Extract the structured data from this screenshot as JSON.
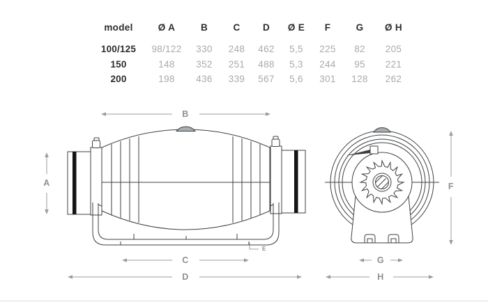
{
  "table": {
    "headers": [
      "model",
      "Ø A",
      "B",
      "C",
      "D",
      "Ø E",
      "F",
      "G",
      "Ø H"
    ],
    "rows": [
      {
        "model": "100/125",
        "values": [
          "98/122",
          "330",
          "248",
          "462",
          "5,5",
          "225",
          "82",
          "205"
        ]
      },
      {
        "model": "150",
        "values": [
          "148",
          "352",
          "251",
          "488",
          "5,3",
          "244",
          "95",
          "221"
        ]
      },
      {
        "model": "200",
        "values": [
          "198",
          "436",
          "339",
          "567",
          "5,6",
          "301",
          "128",
          "262"
        ]
      }
    ]
  },
  "dims": {
    "a": "A",
    "b": "B",
    "c": "C",
    "d": "D",
    "e": "E",
    "f": "F",
    "g": "G",
    "h": "H"
  },
  "colors": {
    "drawing_line": "#3d3f42",
    "dimension_line": "#9a9da0",
    "table_text_dark": "#2b2c2e",
    "table_text_gray": "#a8aaad",
    "seal_ring": "#141414",
    "background": "#ffffff"
  }
}
